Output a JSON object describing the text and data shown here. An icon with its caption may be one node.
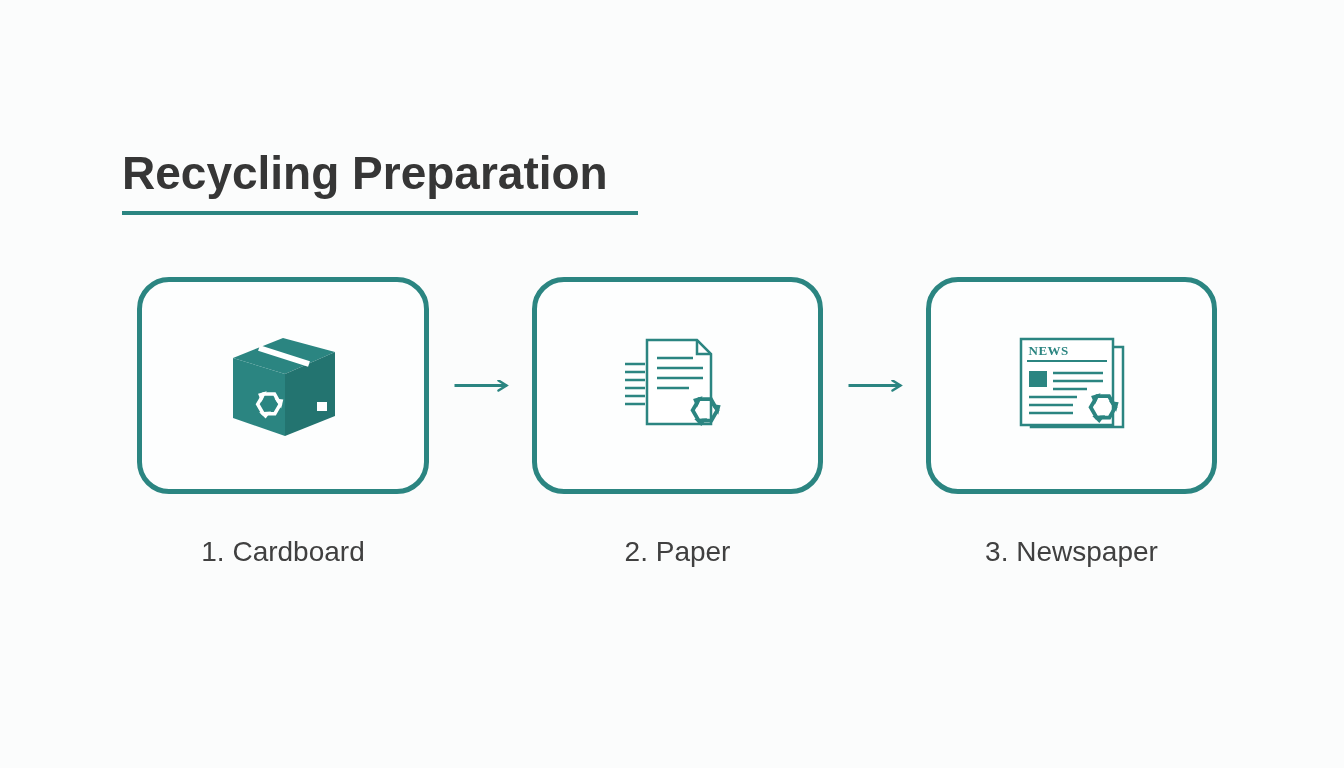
{
  "diagram": {
    "title": "Recycling Preparation",
    "nodes": [
      {
        "text": [],
        "shape": "box",
        "beside": [
          "1. Cardboard"
        ]
      },
      {
        "text": [],
        "shape": "box",
        "beside": [
          "2. Paper"
        ]
      },
      {
        "text": [],
        "shape": "box",
        "beside": [
          "3. Newspaper"
        ]
      }
    ],
    "edges": [
      {
        "from": 0,
        "to": 1,
        "arrow": "to"
      },
      {
        "from": 1,
        "to": 2,
        "arrow": "to"
      }
    ],
    "labels": [
      "NEWS"
    ]
  }
}
